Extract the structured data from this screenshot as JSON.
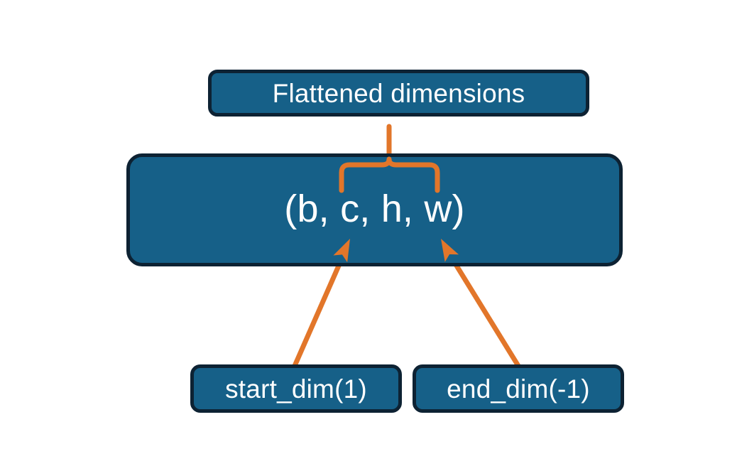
{
  "diagram": {
    "title_node": {
      "label": "Flattened dimensions"
    },
    "shape_node": {
      "label": "(b, c, h, w)"
    },
    "start_node": {
      "label": "start_dim(1)"
    },
    "end_node": {
      "label": "end_dim(-1)"
    },
    "colors": {
      "node_fill": "#166088",
      "node_border": "#0d2233",
      "node_text": "#ffffff",
      "connector": "#e2762a",
      "background": "#ffffff"
    },
    "connectors": {
      "brace_label": "flattened-range-brace",
      "start_arrow_label": "start-dim-arrow",
      "end_arrow_label": "end-dim-arrow"
    }
  }
}
